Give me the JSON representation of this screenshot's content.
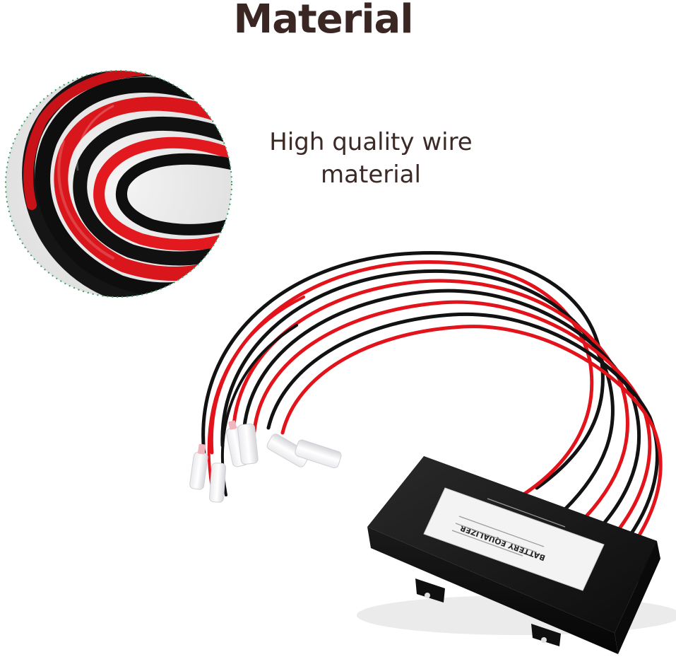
{
  "header": {
    "title": "Material"
  },
  "callout": {
    "line1": "High quality wire",
    "line2": "material"
  },
  "product": {
    "label_text": "BATTERY EQUALIZER"
  },
  "colors": {
    "title": "#3a2622",
    "caption": "#3b2a26",
    "wire_red": "#e3131b",
    "wire_black": "#121212",
    "housing": "#141414",
    "label_bg": "#f3f3f3",
    "dotted_ring": "#3aa066"
  }
}
